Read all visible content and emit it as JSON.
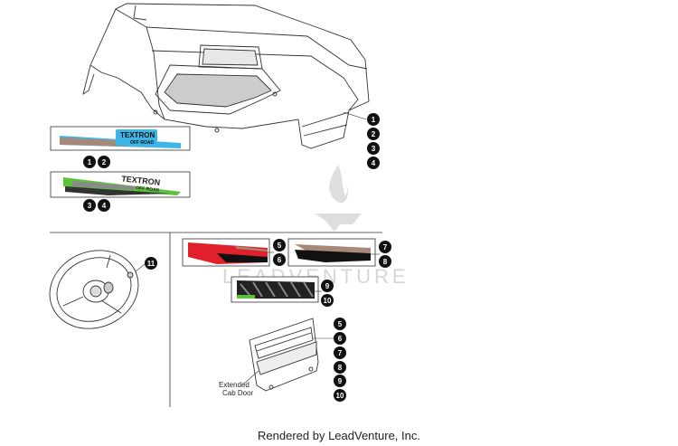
{
  "decal_texts": {
    "brand": "TEXTRON",
    "sub": "OFF ROAD"
  },
  "labels": {
    "extended_cab_door": [
      "Extended",
      "Cab Door"
    ]
  },
  "watermark": "LEADVENTURE",
  "footer": "Rendered by LeadVenture, Inc.",
  "callouts": {
    "dash_stack": [
      "1",
      "2",
      "3",
      "4"
    ],
    "blue_decal": [
      "1",
      "2"
    ],
    "green_decal": [
      "3",
      "4"
    ],
    "steering": "11",
    "red_decal": [
      "5",
      "6"
    ],
    "brown_decal": [
      "7",
      "8"
    ],
    "tread_decal": [
      "9",
      "10"
    ],
    "door_stack": [
      "5",
      "6",
      "7",
      "8",
      "9",
      "10"
    ]
  },
  "colors": {
    "blue": "#3db5e6",
    "green": "#5cc23a",
    "red": "#e0202a",
    "brown": "#a88878",
    "callout": "#111111"
  }
}
